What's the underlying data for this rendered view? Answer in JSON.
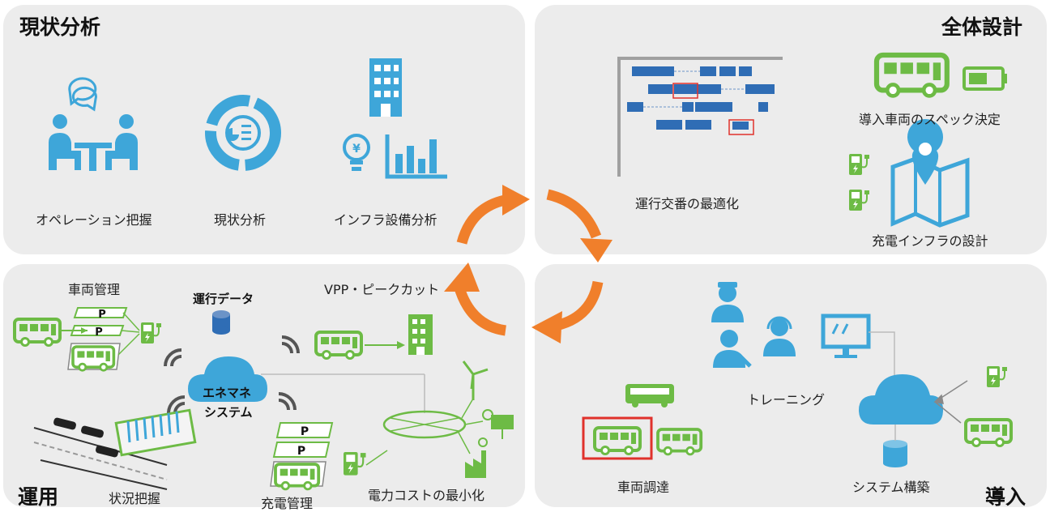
{
  "panels": {
    "analysis": {
      "title": "現状分析",
      "items": [
        "オペレーション把握",
        "現状分析",
        "インフラ設備分析"
      ]
    },
    "design": {
      "title": "全体設計",
      "items": [
        "運行交番の最適化",
        "導入車両のスペック決定",
        "充電インフラの設計"
      ]
    },
    "operation": {
      "title": "運用",
      "vehicle_mgmt": "車両管理",
      "run_data": "運行データ",
      "vpp": "VPP・ピークカット",
      "system_line1": "エネマネ",
      "system_line2": "システム",
      "situation": "状況把握",
      "charge_mgmt": "充電管理",
      "power_cost": "電力コストの最小化",
      "parking_mark": "P"
    },
    "introduction": {
      "title": "導入",
      "training": "トレーニング",
      "procurement": "車両調達",
      "system_build": "システム構築"
    }
  },
  "colors": {
    "panel_bg": "#ececec",
    "icon_blue": "#3ea6d9",
    "bus_green": "#6dbb45",
    "arrow_orange": "#f07f2b",
    "gantt_blue": "#2f6db5",
    "highlight_red": "#e0312b"
  }
}
